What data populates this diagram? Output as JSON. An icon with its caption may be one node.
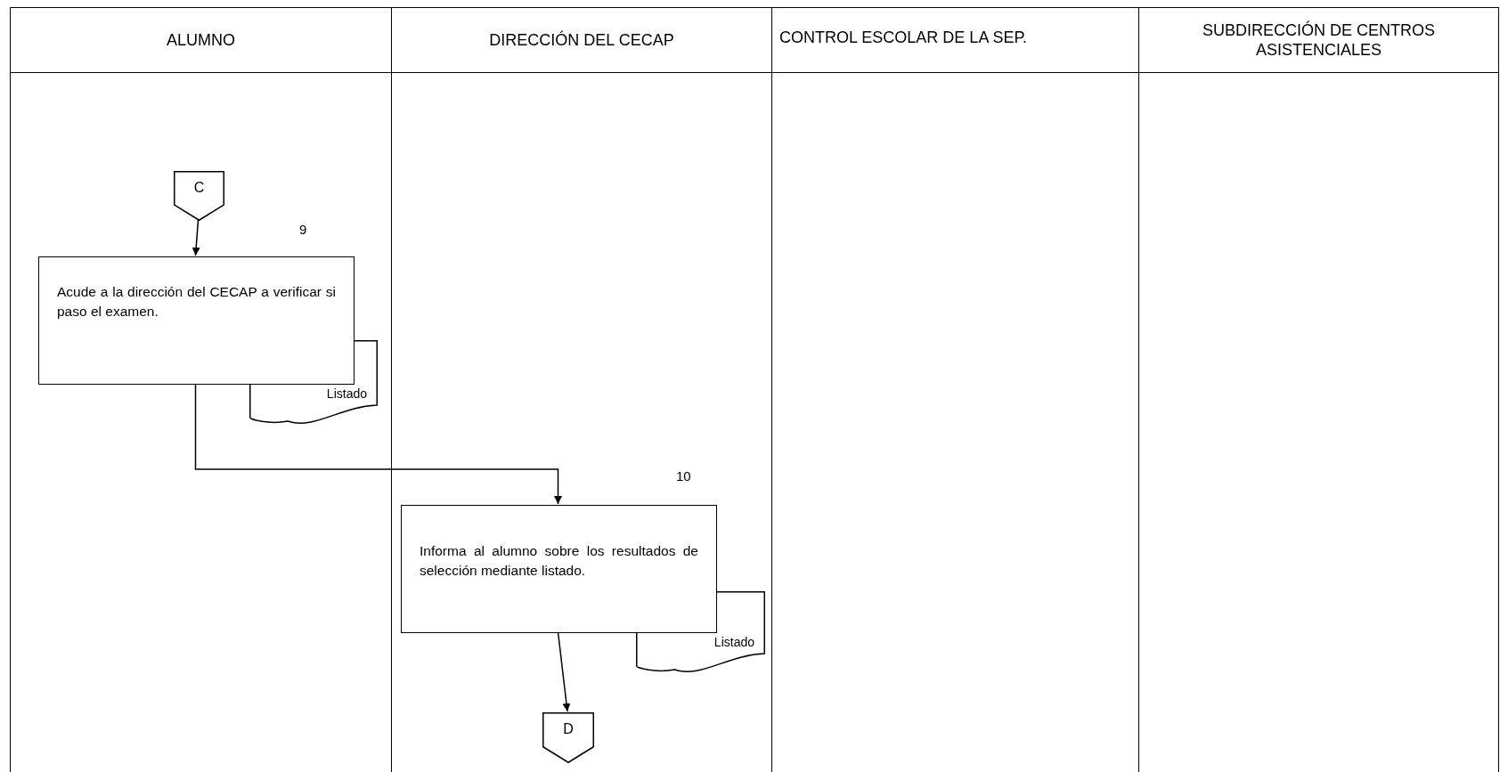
{
  "diagram": {
    "nodes": [
      {
        "text": [
          "ALUMNO"
        ]
      },
      {
        "text": [
          "DIRECCIÓN DEL CECAP"
        ]
      },
      {
        "text": [
          "CONTROL ESCOLAR DE LA SEP."
        ]
      },
      {
        "text": [
          "SUBDIRECCIÓN DE CENTROS ASISTENCIALES"
        ]
      },
      {
        "text": [
          "C"
        ],
        "in": 0
      },
      {
        "text": [
          "Acude a la dirección del CECAP a verificar si paso el examen."
        ],
        "in": 0,
        "beside": [
          "9"
        ]
      },
      {
        "text": [
          "Listado"
        ],
        "in": 0
      },
      {
        "text": [
          "Informa al alumno sobre los resultados de selección mediante listado."
        ],
        "in": 1,
        "beside": [
          "10"
        ]
      },
      {
        "text": [
          "Listado"
        ],
        "in": 1
      },
      {
        "text": [
          "D"
        ],
        "in": 1
      }
    ],
    "edges": [
      {
        "from": 4,
        "to": 5,
        "arrow": "to"
      },
      {
        "from": 5,
        "to": 7,
        "arrow": "to"
      },
      {
        "from": 7,
        "to": 9,
        "arrow": "to"
      }
    ]
  }
}
